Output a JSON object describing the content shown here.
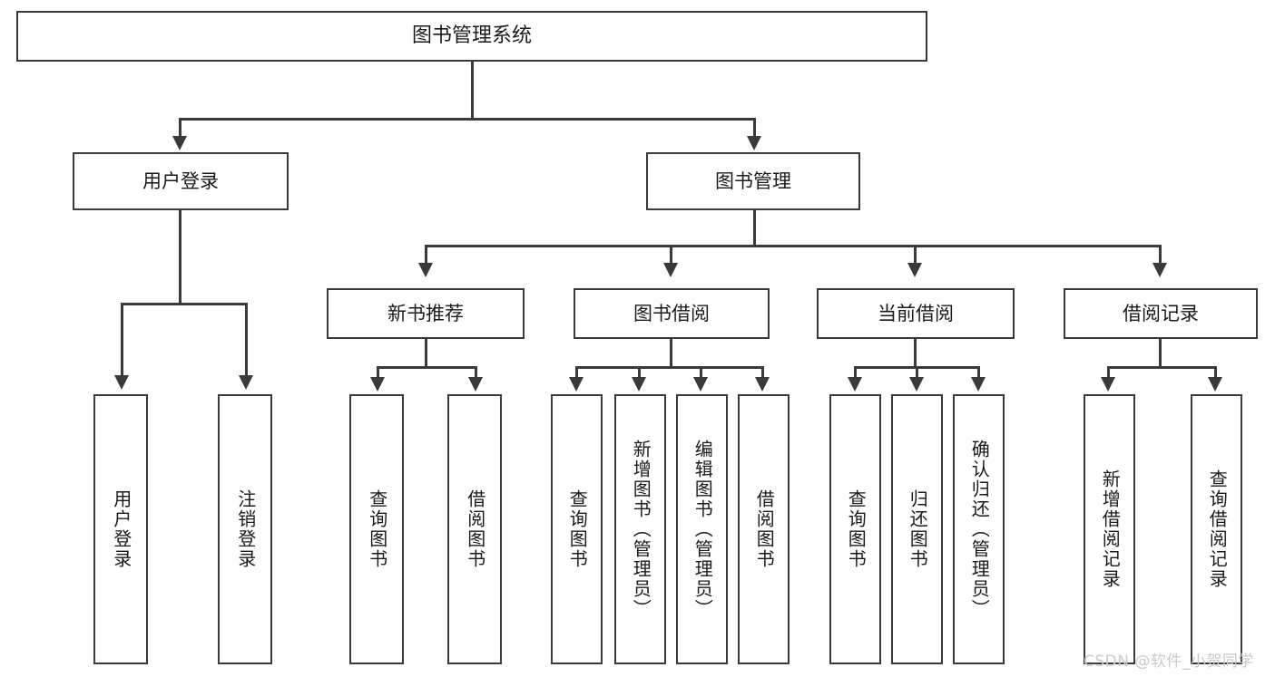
{
  "diagram": {
    "title": "图书管理系统",
    "watermark": "CSDN @软件_小贺同学",
    "colors": {
      "stroke": "#3a3a3a",
      "fill": "#ffffff",
      "text": "#1a1a1a",
      "watermark": "#c9c9c9"
    },
    "root": {
      "label": "图书管理系统"
    },
    "level1": [
      {
        "label": "用户登录"
      },
      {
        "label": "图书管理"
      }
    ],
    "level2": [
      {
        "label": "新书推荐"
      },
      {
        "label": "图书借阅"
      },
      {
        "label": "当前借阅"
      },
      {
        "label": "借阅记录"
      }
    ],
    "leaves": {
      "user_login": [
        {
          "label": "用户登录"
        },
        {
          "label": "注销登录"
        }
      ],
      "new_book": [
        {
          "label": "查询图书"
        },
        {
          "label": "借阅图书"
        }
      ],
      "book_borrow": [
        {
          "label": "查询图书"
        },
        {
          "label": "新增图书（管理员）"
        },
        {
          "label": "编辑图书（管理员）"
        },
        {
          "label": "借阅图书"
        }
      ],
      "current_borrow": [
        {
          "label": "查询图书"
        },
        {
          "label": "归还图书"
        },
        {
          "label": "确认归还（管理员）"
        }
      ],
      "borrow_record": [
        {
          "label": "新增借阅记录"
        },
        {
          "label": "查询借阅记录"
        }
      ]
    }
  }
}
